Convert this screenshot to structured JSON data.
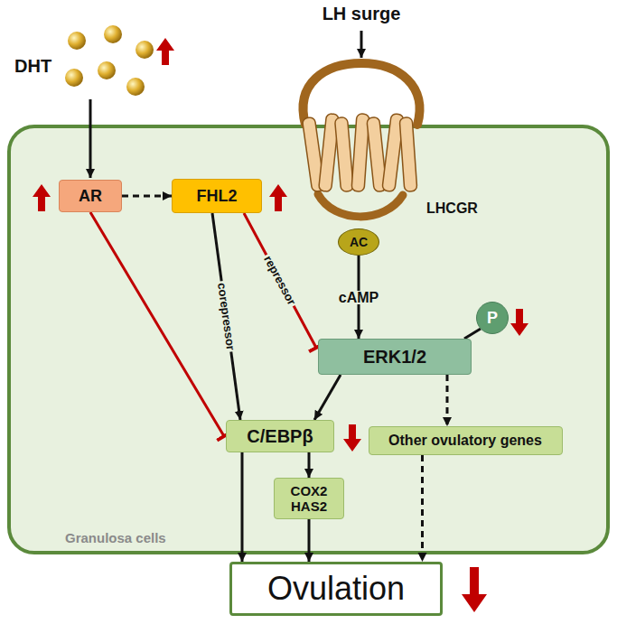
{
  "diagram": {
    "nodes": [
      {
        "text": [
          "Granulosa cells"
        ]
      },
      {
        "text": [
          "AR"
        ],
        "in": 0
      },
      {
        "text": [
          "FHL2"
        ],
        "in": 0
      },
      {
        "text": [
          "AC"
        ],
        "in": 0
      },
      {
        "text": [
          "ERK1/2"
        ],
        "in": 0
      },
      {
        "text": [
          "P"
        ],
        "in": 0
      },
      {
        "text": [
          "C/EBPβ"
        ],
        "in": 0
      },
      {
        "text": [
          "COX2 HAS2"
        ],
        "in": 0
      },
      {
        "text": [
          "Other ovulatory genes"
        ],
        "in": 0
      },
      {
        "text": [
          "Ovulation"
        ]
      }
    ],
    "edges": [
      {
        "from": 1,
        "to": 2,
        "arrow": "to"
      },
      {
        "from": 1,
        "to": 6,
        "arrow": "to"
      },
      {
        "from": 2,
        "to": 6,
        "label": "corepressor",
        "arrow": "to"
      },
      {
        "from": 2,
        "to": 4,
        "label": "repressor",
        "arrow": "to"
      },
      {
        "from": 3,
        "to": 4,
        "label": "cAMP",
        "arrow": "to"
      },
      {
        "from": 4,
        "to": 5,
        "arrow": "none"
      },
      {
        "from": 4,
        "to": 6,
        "arrow": "to"
      },
      {
        "from": 4,
        "to": 8,
        "arrow": "to"
      },
      {
        "from": 6,
        "to": 7,
        "arrow": "to"
      },
      {
        "from": 6,
        "to": 9,
        "arrow": "to"
      },
      {
        "from": 7,
        "to": 9,
        "arrow": "to"
      },
      {
        "from": 8,
        "to": 9,
        "arrow": "to"
      }
    ],
    "labels": [
      "DHT",
      "LH surge",
      "LHCGR"
    ]
  }
}
